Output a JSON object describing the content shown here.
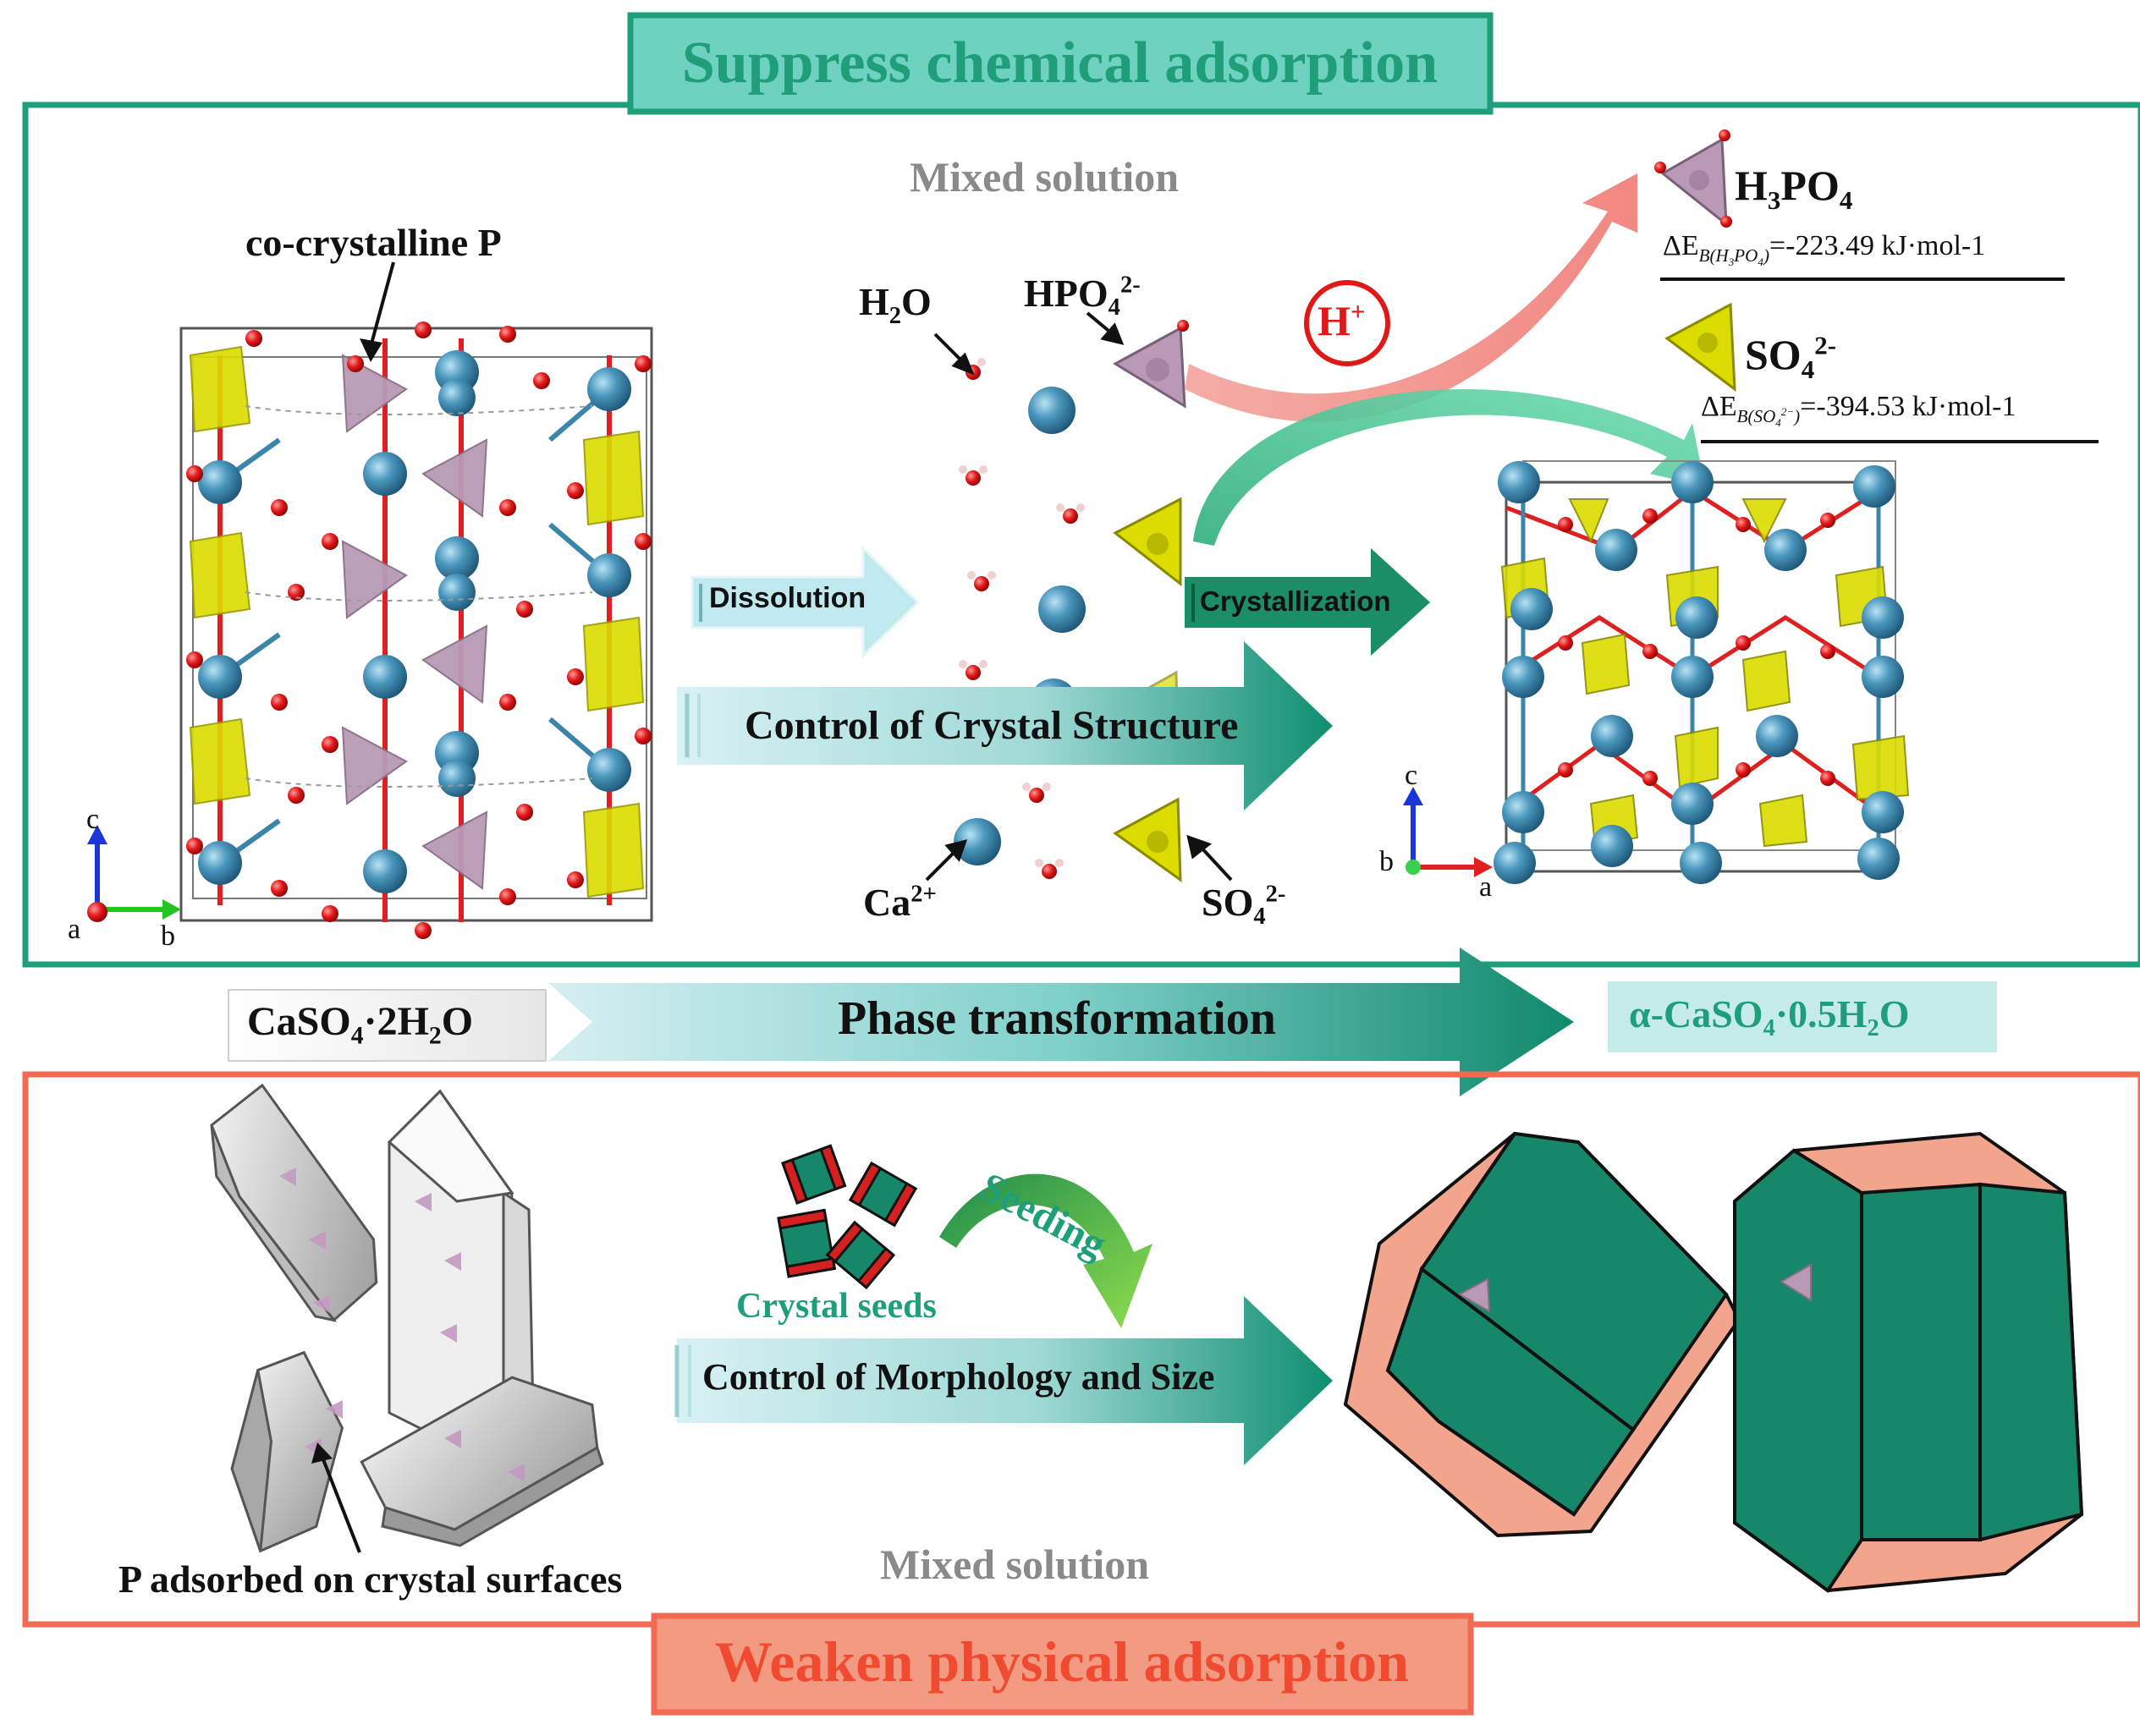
{
  "top_panel": {
    "title": "Suppress chemical adsorption",
    "mixed_solution": "Mixed solution",
    "co_crystalline_label": "co-crystalline P",
    "h2o_label": "H2O",
    "hpo4_label": "HPO4 2-",
    "h_plus_label": "H+",
    "ca_label": "Ca2+",
    "so4_label": "SO4 2-",
    "h3po4_label": "H3PO4",
    "h3po4_energy": "-223.49 kJ·mol-1",
    "so4_side_label": "SO4 2-",
    "so4_energy": "-394.53 kJ·mol-1",
    "dissolution": "Dissolution",
    "crystallization": "Crystallization",
    "control_crystal": "Control of Crystal Structure",
    "axes_left": {
      "c": "c",
      "a": "a",
      "b": "b"
    },
    "axes_right": {
      "c": "c",
      "b": "b",
      "a": "a"
    }
  },
  "middle": {
    "dihydrate": "CaSO4·2H2O",
    "phase_transformation": "Phase transformation",
    "hemihydrate": "α-CaSO4·0.5H2O"
  },
  "bottom_panel": {
    "title": "Weaken physical adsorption",
    "mixed_solution": "Mixed solution",
    "p_adsorbed": "P adsorbed on crystal surfaces",
    "seeding": "Seeding",
    "crystal_seeds": "Crystal seeds",
    "control_morph": "Control of Morphology and Size"
  },
  "colors": {
    "teal": "#1f9e7a",
    "teal_fill": "#6fd1c0",
    "salmon": "#f26a52",
    "salmon_fill": "#f39a82",
    "crystal_green": "#17876a",
    "crystal_face": "#f2a48c",
    "ca_blue": "#3b85aa",
    "oxygen_red": "#e02020",
    "sulfate_yellow": "#dcdc00",
    "phosphate_purple": "#b89ab6",
    "h_plus_red": "#e01818"
  },
  "icons": [
    "up-arrow-icon",
    "right-arrow-icon",
    "pointer-arrow-icon"
  ]
}
